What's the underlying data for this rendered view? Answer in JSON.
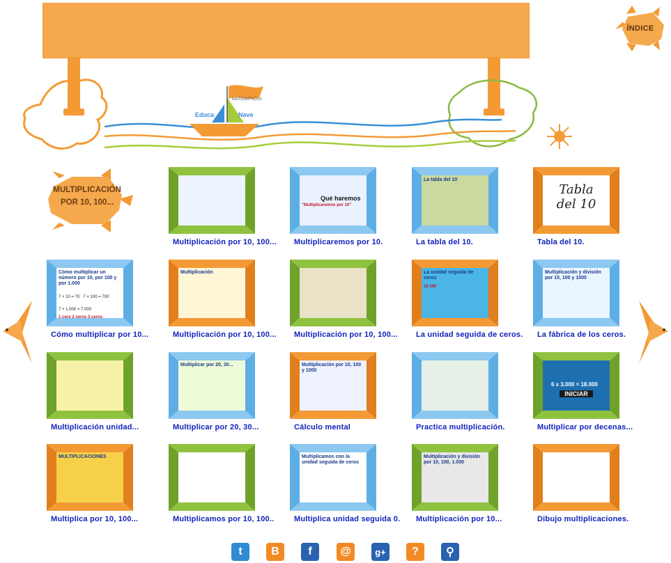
{
  "header": {
    "index_label": "ÍNDICE",
    "logo_word_1": "Educa",
    "logo_word_2": "Nave",
    "logo_small": "MATEMÁTICAS"
  },
  "section_title": {
    "line1": "MULTIPLICACIÓN",
    "line2": "POR 10, 100..."
  },
  "navigation": {
    "prev_icon": "fish-arrow-left-icon",
    "next_icon": "fish-arrow-right-icon"
  },
  "tiles": [
    {
      "caption": "Multiplicación por 10, 100...",
      "frame": "green",
      "thumb_title": ""
    },
    {
      "caption": "Multiplicaremos por 10.",
      "frame": "blue",
      "thumb_title": "Qué haremos",
      "thumb_sub": "\"Multiplicaremos por 10\""
    },
    {
      "caption": "La tabla del 10.",
      "frame": "blue",
      "thumb_title": "La tabla del 10"
    },
    {
      "caption": "Tabla del 10.",
      "frame": "orange",
      "thumb_title": "Tabla",
      "thumb_sub": "del 10"
    },
    {
      "caption": "Cómo multiplicar por 10...",
      "frame": "blue",
      "thumb_title": "Cómo multiplicar un número por 10, por 100 y por 1.000",
      "thumb_rows": [
        "7 × 10 = 70",
        "7 × 100 = 700",
        "7 × 1.000 = 7.000"
      ],
      "thumb_sub": "1 cero   2 ceros   3 ceros"
    },
    {
      "caption": "Multiplicación por 10, 100...",
      "frame": "orange",
      "thumb_title": "Multiplicación"
    },
    {
      "caption": "Multiplicación por 10, 100...",
      "frame": "green",
      "thumb_title": ""
    },
    {
      "caption": "La unidad seguida de ceros.",
      "frame": "orange",
      "thumb_title": "La unidad seguida de ceros",
      "thumb_sub": "10 100"
    },
    {
      "caption": "La fábrica de los ceros.",
      "frame": "blue",
      "thumb_title": "Multiplicación y división por 10, 100 y 1000"
    },
    {
      "caption": "Multiplicación unidad...",
      "frame": "green",
      "thumb_title": ""
    },
    {
      "caption": "Multiplicar por 20, 30...",
      "frame": "blue",
      "thumb_title": "Multiplicar por 20, 30..."
    },
    {
      "caption": "Cálculo mental",
      "frame": "orange",
      "thumb_title": "Multiplicación por 10, 100 y 1000"
    },
    {
      "caption": "Practica multiplicación.",
      "frame": "blue",
      "thumb_title": ""
    },
    {
      "caption": "Multiplicar por decenas...",
      "frame": "green",
      "thumb_title": "6 x 3.000 = 18.000",
      "thumb_sub": "INICIAR"
    },
    {
      "caption": "Multiplica por 10, 100...",
      "frame": "orange",
      "thumb_title": "MULTIPLICACIONES"
    },
    {
      "caption": "Multiplicamos por 10, 100..",
      "frame": "green",
      "thumb_title": ""
    },
    {
      "caption": "Multiplica unidad seguida 0.",
      "frame": "blue",
      "thumb_title": "Multiplicamos con la unidad seguida de ceros"
    },
    {
      "caption": "Multiplicación por 10...",
      "frame": "green",
      "thumb_title": "Multiplicación y división por 10, 100, 1.000"
    },
    {
      "caption": "Dibujo multiplicaciones.",
      "frame": "orange",
      "thumb_title": ""
    }
  ],
  "footer": {
    "social": [
      {
        "icon": "twitter-icon",
        "glyph": "t"
      },
      {
        "icon": "blogger-icon",
        "glyph": "B"
      },
      {
        "icon": "facebook-icon",
        "glyph": "f"
      },
      {
        "icon": "email-icon",
        "glyph": "@"
      },
      {
        "icon": "google-plus-icon",
        "glyph": "g+"
      },
      {
        "icon": "help-icon",
        "glyph": "?"
      },
      {
        "icon": "search-icon",
        "glyph": "⚲"
      }
    ]
  },
  "colors": {
    "orange": "#f39a35",
    "orange_light": "#f6a84c",
    "green": "#8fc23f",
    "blue": "#8cc8f0",
    "caption": "#1122bb"
  }
}
